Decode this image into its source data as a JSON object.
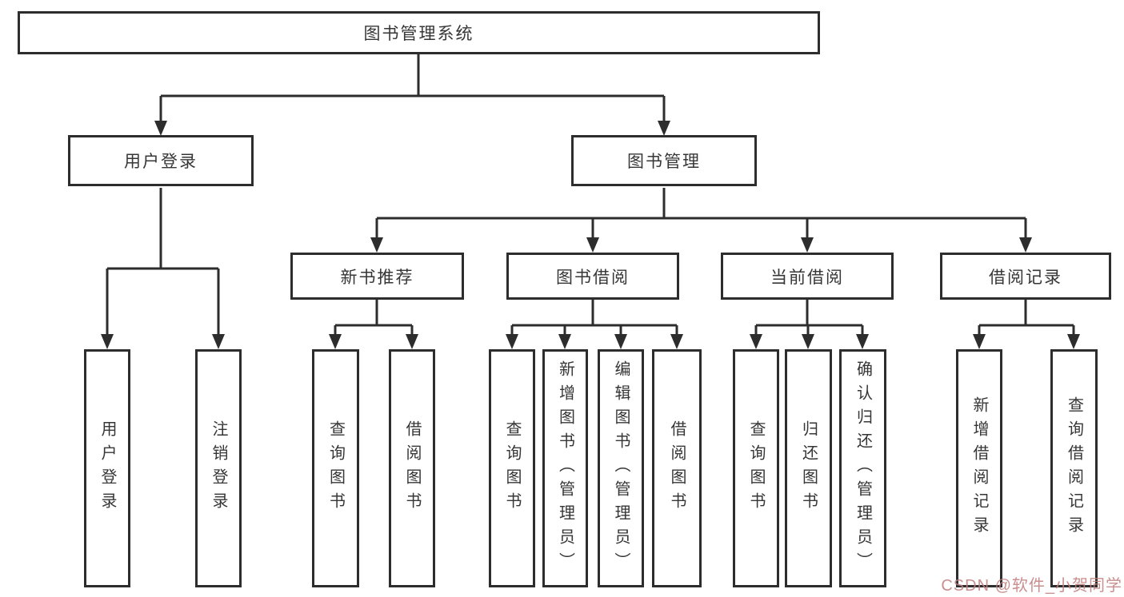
{
  "tree": {
    "label": "图书管理系统",
    "children": [
      {
        "label": "用户登录",
        "children": [
          {
            "label": "用户登录"
          },
          {
            "label": "注销登录"
          }
        ]
      },
      {
        "label": "图书管理",
        "children": [
          {
            "label": "新书推荐",
            "children": [
              {
                "label": "查询图书"
              },
              {
                "label": "借阅图书"
              }
            ]
          },
          {
            "label": "图书借阅",
            "children": [
              {
                "label": "查询图书"
              },
              {
                "label": "新增图书（管理员）"
              },
              {
                "label": "编辑图书（管理员）"
              },
              {
                "label": "借阅图书"
              }
            ]
          },
          {
            "label": "当前借阅",
            "children": [
              {
                "label": "查询图书"
              },
              {
                "label": "归还图书"
              },
              {
                "label": "确认归还（管理员）"
              }
            ]
          },
          {
            "label": "借阅记录",
            "children": [
              {
                "label": "新增借阅记录"
              },
              {
                "label": "查询借阅记录"
              }
            ]
          }
        ]
      }
    ]
  },
  "watermark": {
    "text": "CSDN @软件_小贺同学",
    "color": "#c27f7f"
  },
  "colors": {
    "line": "#2d2d2d",
    "box_border": "#2d2d2d",
    "text": "#363636",
    "background": "#ffffff"
  }
}
